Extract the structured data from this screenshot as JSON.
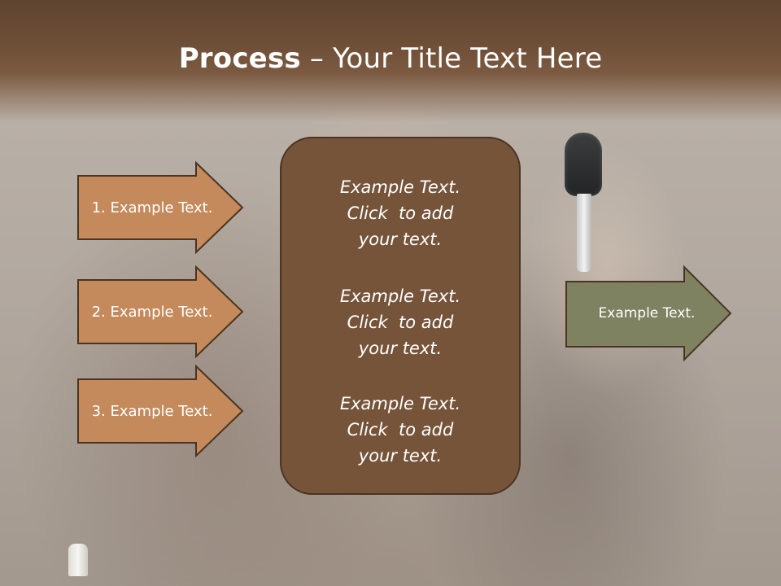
{
  "slide": {
    "title_bold": "Process",
    "title_rest": " – Your Title Text Here"
  },
  "left_steps": [
    {
      "label": "1. Example Text."
    },
    {
      "label": "2. Example Text."
    },
    {
      "label": "3. Example Text."
    }
  ],
  "center_blocks": [
    {
      "line1": "Example Text.",
      "line2": "Click  to add",
      "line3": "your text."
    },
    {
      "line1": "Example Text.",
      "line2": "Click  to add",
      "line3": "your text."
    },
    {
      "line1": "Example Text.",
      "line2": "Click  to add",
      "line3": "your text."
    }
  ],
  "result": {
    "label": "Example Text."
  },
  "colors": {
    "header_brown": "#6d4e36",
    "step_arrow_fill": "#c48a5c",
    "center_box_fill": "#76543a",
    "result_arrow_fill": "#7e8260",
    "outline": "#4a3422"
  }
}
